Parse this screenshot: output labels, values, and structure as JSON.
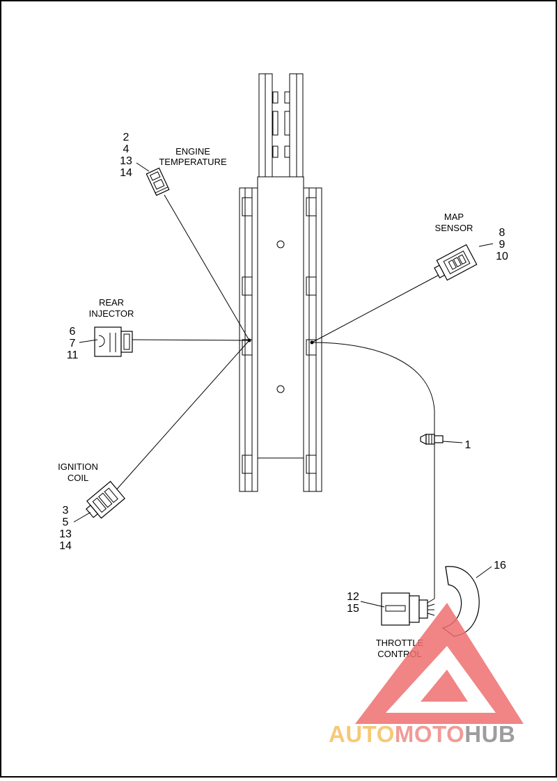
{
  "components": {
    "engine_temperature": {
      "label_line1": "ENGINE",
      "label_line2": "TEMPERATURE",
      "callouts": [
        "2",
        "4",
        "13",
        "14"
      ]
    },
    "map_sensor": {
      "label_line1": "MAP",
      "label_line2": "SENSOR",
      "callouts": [
        "8",
        "9",
        "10"
      ]
    },
    "rear_injector": {
      "label_line1": "REAR",
      "label_line2": "INJECTOR",
      "callouts": [
        "6",
        "7",
        "11"
      ]
    },
    "ignition_coil": {
      "label_line1": "IGNITION",
      "label_line2": "COIL",
      "callouts": [
        "3",
        "5",
        "13",
        "14"
      ]
    },
    "clip": {
      "callout": "1"
    },
    "throttle_control": {
      "label_line1": "THROTTLE",
      "label_line2": "CONTROL",
      "callouts": [
        "12",
        "15"
      ]
    },
    "boot": {
      "callout": "16"
    }
  },
  "watermark": {
    "part1": "AUTO",
    "part2": "MOTO",
    "part3": "HUB",
    "colors": {
      "auto": "#f5c060",
      "moto": "#ef8a86",
      "hub": "#8c8c8c",
      "triangle": "#ef6f6f"
    }
  }
}
